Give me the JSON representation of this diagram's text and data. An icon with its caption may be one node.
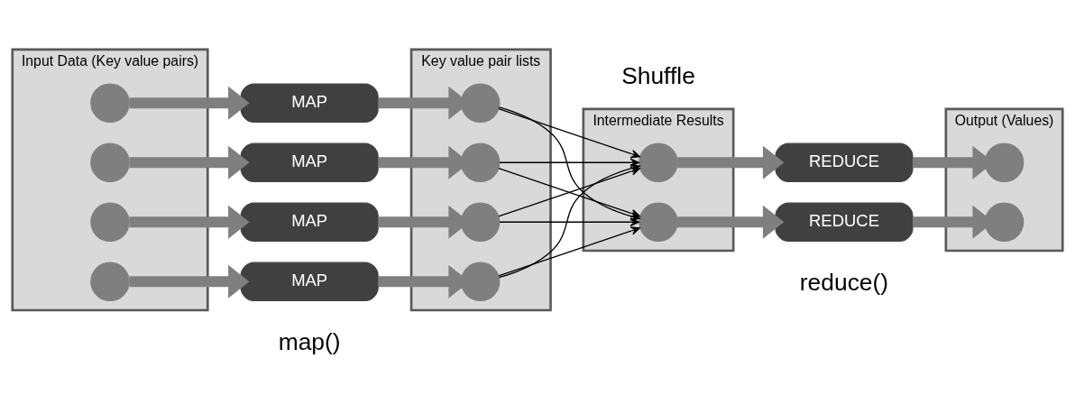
{
  "diagram": {
    "nodes": [
      {
        "text": [
          "Input Data (Key value pairs)"
        ]
      },
      {
        "text": [],
        "shape": "circle",
        "in": 0
      },
      {
        "text": [],
        "shape": "circle",
        "in": 0
      },
      {
        "text": [],
        "shape": "circle",
        "in": 0
      },
      {
        "text": [],
        "shape": "circle",
        "in": 0
      },
      {
        "text": [
          "MAP"
        ]
      },
      {
        "text": [
          "MAP"
        ]
      },
      {
        "text": [
          "MAP"
        ]
      },
      {
        "text": [
          "MAP"
        ]
      },
      {
        "text": [
          "Key value pair lists"
        ]
      },
      {
        "text": [],
        "shape": "circle",
        "in": 9
      },
      {
        "text": [],
        "shape": "circle",
        "in": 9
      },
      {
        "text": [],
        "shape": "circle",
        "in": 9
      },
      {
        "text": [],
        "shape": "circle",
        "in": 9
      },
      {
        "text": [
          "Intermediate Results"
        ]
      },
      {
        "text": [],
        "shape": "circle",
        "in": 14
      },
      {
        "text": [],
        "shape": "circle",
        "in": 14
      },
      {
        "text": [
          "REDUCE"
        ]
      },
      {
        "text": [
          "REDUCE"
        ]
      },
      {
        "text": [
          "Output (Values)"
        ]
      },
      {
        "text": [],
        "shape": "circle",
        "in": 19
      },
      {
        "text": [],
        "shape": "circle",
        "in": 19
      }
    ],
    "edges": [
      {
        "from": 1,
        "to": 5,
        "arrow": "to"
      },
      {
        "from": 2,
        "to": 6,
        "arrow": "to"
      },
      {
        "from": 3,
        "to": 7,
        "arrow": "to"
      },
      {
        "from": 4,
        "to": 8,
        "arrow": "to"
      },
      {
        "from": 5,
        "to": 10,
        "arrow": "to"
      },
      {
        "from": 6,
        "to": 11,
        "arrow": "to"
      },
      {
        "from": 7,
        "to": 12,
        "arrow": "to"
      },
      {
        "from": 8,
        "to": 13,
        "arrow": "to"
      },
      {
        "from": 10,
        "to": 15,
        "arrow": "to",
        "color": "#000000"
      },
      {
        "from": 10,
        "to": 16,
        "arrow": "to",
        "color": "#000000"
      },
      {
        "from": 11,
        "to": 15,
        "arrow": "to",
        "color": "#000000"
      },
      {
        "from": 11,
        "to": 16,
        "arrow": "to",
        "color": "#000000"
      },
      {
        "from": 12,
        "to": 15,
        "arrow": "to",
        "color": "#000000"
      },
      {
        "from": 12,
        "to": 16,
        "arrow": "to",
        "color": "#000000"
      },
      {
        "from": 13,
        "to": 15,
        "arrow": "to",
        "color": "#000000"
      },
      {
        "from": 13,
        "to": 16,
        "arrow": "to",
        "color": "#000000"
      },
      {
        "from": 15,
        "to": 17,
        "arrow": "to"
      },
      {
        "from": 16,
        "to": 18,
        "arrow": "to"
      },
      {
        "from": 17,
        "to": 20,
        "arrow": "to"
      },
      {
        "from": 18,
        "to": 21,
        "arrow": "to"
      }
    ],
    "labels": [
      "map()",
      "Shuffle",
      "reduce()"
    ]
  }
}
